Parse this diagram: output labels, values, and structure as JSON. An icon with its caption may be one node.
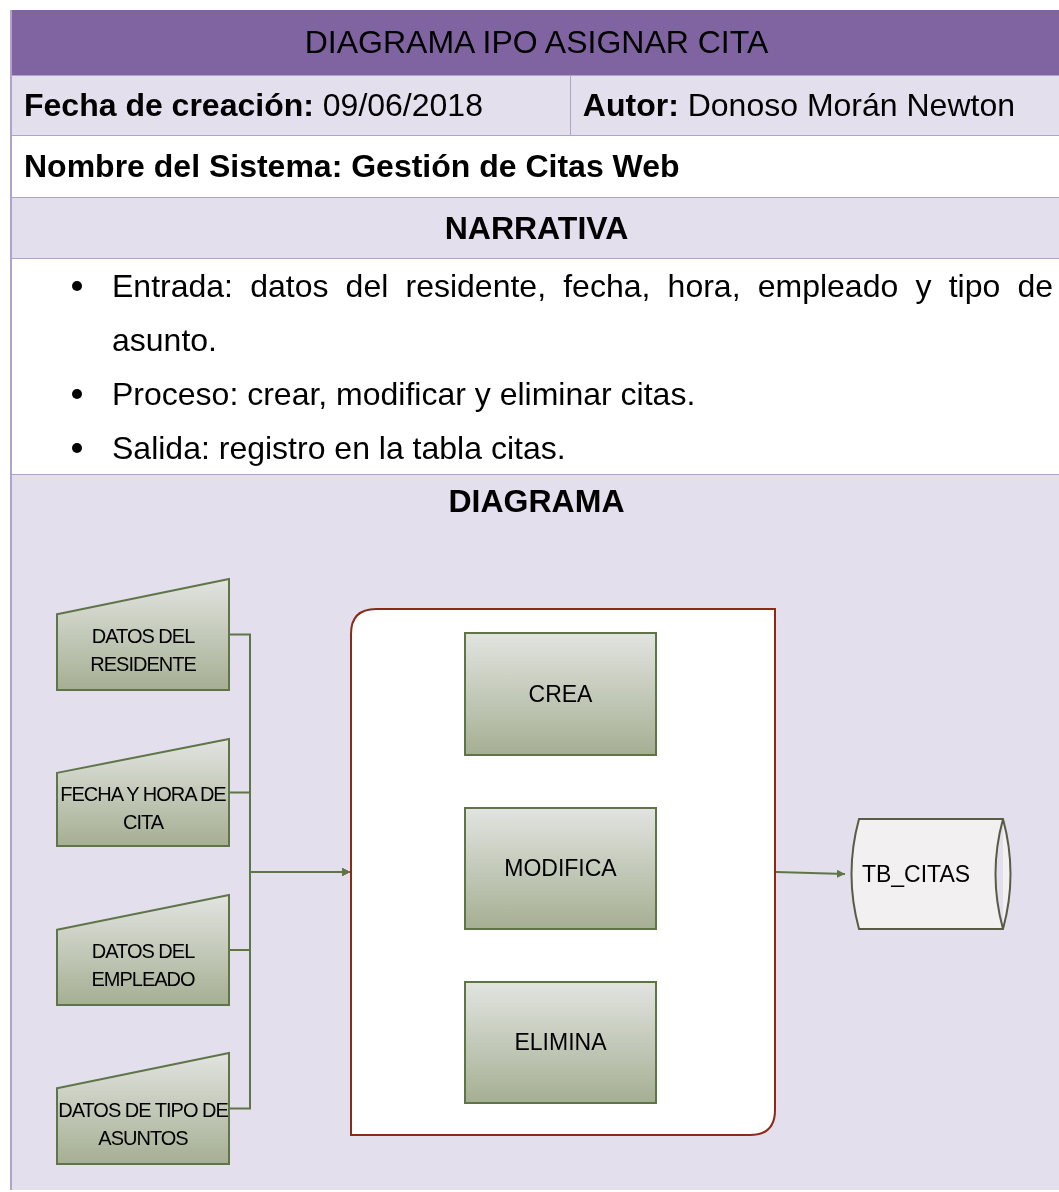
{
  "diagram": {
    "title": "DIAGRAMA IPO ASIGNAR CITA",
    "nodes": [
      {
        "text": [
          "DATOS DEL RESIDENTE"
        ]
      },
      {
        "text": [
          "FECHA Y HORA DE CITA"
        ]
      },
      {
        "text": [
          "DATOS DEL EMPLEADO"
        ]
      },
      {
        "text": [
          "DATOS DE TIPO DE ASUNTOS"
        ]
      },
      {
        "text": [],
        "shape": "box"
      },
      {
        "text": [
          "CREA"
        ],
        "in": 4
      },
      {
        "text": [
          "MODIFICA"
        ],
        "in": 4
      },
      {
        "text": [
          "ELIMINA"
        ],
        "in": 4
      },
      {
        "text": [
          "TB_CITAS"
        ]
      }
    ],
    "edges": [
      {
        "from": 0,
        "to": 4,
        "arrow": "to"
      },
      {
        "from": 1,
        "to": 4,
        "arrow": "to"
      },
      {
        "from": 2,
        "to": 4,
        "arrow": "to"
      },
      {
        "from": 3,
        "to": 4,
        "arrow": "to"
      },
      {
        "from": 4,
        "to": 8,
        "arrow": "to"
      }
    ],
    "labels": [
      "**Fecha de creación:** 09/06/2018",
      "**Autor:** Donoso Morán Newton",
      "Nombre del Sistema: Gestión de Citas Web",
      "NARRATIVA",
      "Entrada: datos del residente, fecha, hora, empleado y tipo de asunto.",
      "Proceso: crear, modificar y eliminar citas.",
      "Salida: registro en la tabla citas.",
      "DIAGRAMA"
    ]
  }
}
